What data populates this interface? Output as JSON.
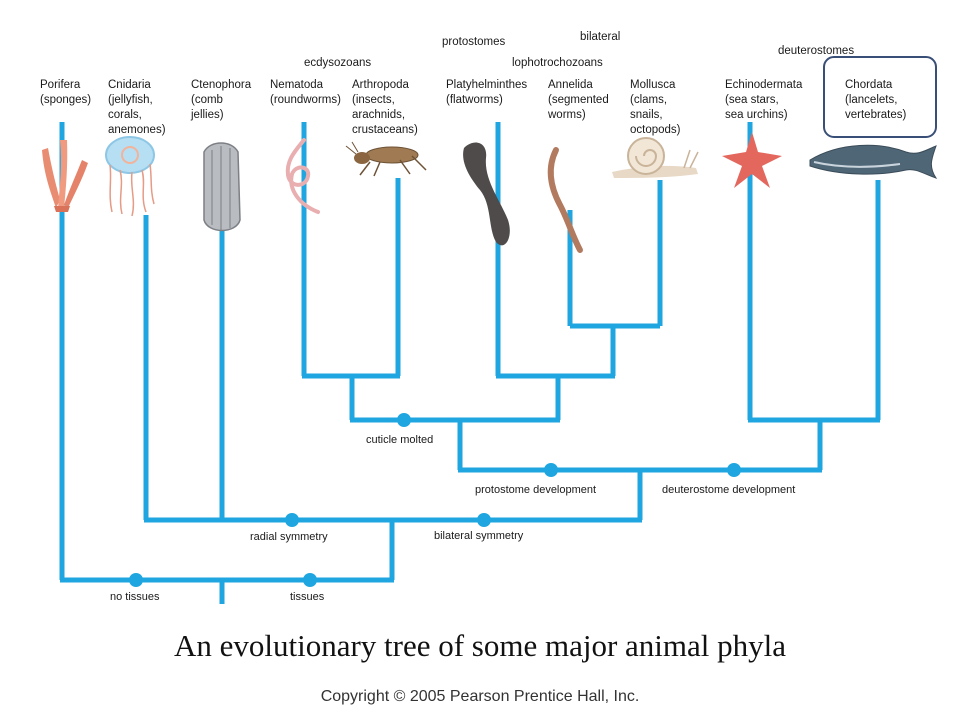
{
  "colors": {
    "branch": "#1fa6e0",
    "highlight_box": "#3a4f78"
  },
  "taxa": [
    {
      "name": "Porifera",
      "lines": [
        "Porifera",
        "(sponges)"
      ]
    },
    {
      "name": "Cnidaria",
      "lines": [
        "Cnidaria",
        "(jellyfish,",
        "corals,",
        "anemones)"
      ]
    },
    {
      "name": "Ctenophora",
      "lines": [
        "Ctenophora",
        "(comb",
        "jellies)"
      ]
    },
    {
      "name": "Nematoda",
      "lines": [
        "Nematoda",
        "(roundworms)"
      ]
    },
    {
      "name": "Arthropoda",
      "lines": [
        "Arthropoda",
        "(insects,",
        "arachnids,",
        "crustaceans)"
      ]
    },
    {
      "name": "Platyhelminthes",
      "lines": [
        "Platyhelminthes",
        "(flatworms)"
      ]
    },
    {
      "name": "Annelida",
      "lines": [
        "Annelida",
        "(segmented",
        "worms)"
      ]
    },
    {
      "name": "Mollusca",
      "lines": [
        "Mollusca",
        "(clams,",
        "snails,",
        "octopods)"
      ]
    },
    {
      "name": "Echinodermata",
      "lines": [
        "Echinodermata",
        "(sea stars,",
        "sea urchins)"
      ]
    },
    {
      "name": "Chordata",
      "lines": [
        "Chordata",
        "(lancelets,",
        "vertebrates)"
      ]
    }
  ],
  "groups": {
    "ecdysozoans": "ecdysozoans",
    "protostomes": "protostomes",
    "bilateral": "bilateral",
    "lophotrochozoans": "lophotrochozoans",
    "deuterostomes": "deuterostomes"
  },
  "nodes": {
    "cuticle_molted": "cuticle molted",
    "protostome_development": "protostome development",
    "deuterostome_development": "deuterostome development",
    "radial_symmetry": "radial symmetry",
    "bilateral_symmetry": "bilateral symmetry",
    "no_tissues": "no tissues",
    "tissues": "tissues"
  },
  "caption": "An evolutionary tree of some major animal phyla",
  "copyright": "Copyright © 2005 Pearson Prentice Hall, Inc.",
  "illustrations": [
    "sponge-icon",
    "jellyfish-icon",
    "comb-jelly-icon",
    "roundworm-icon",
    "insect-icon",
    "flatworm-icon",
    "segmented-worm-icon",
    "snail-icon",
    "sea-star-icon",
    "whale-icon"
  ]
}
